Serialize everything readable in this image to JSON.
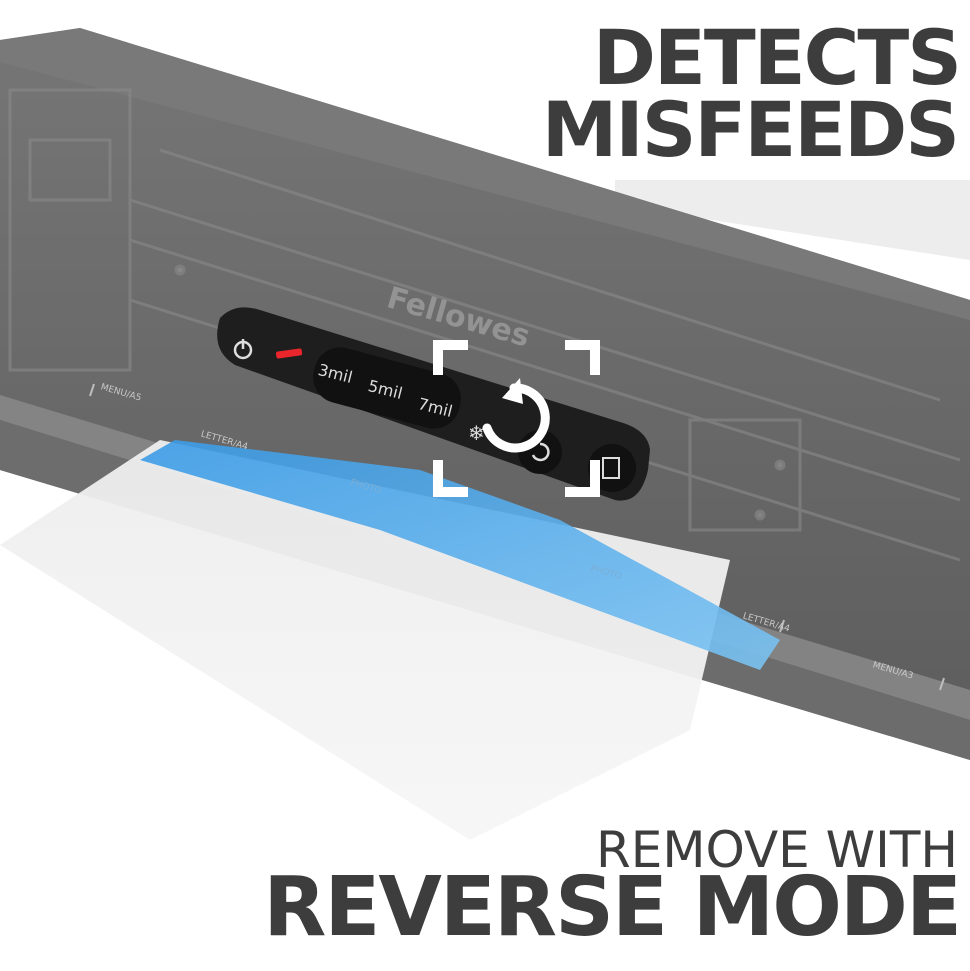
{
  "headline": {
    "line1": "DETECTS",
    "line2": "MISFEEDS"
  },
  "footer": {
    "line1": "REMOVE WITH",
    "line2": "REVERSE MODE"
  },
  "device": {
    "brand": "Fellowes",
    "settings": [
      "3mil",
      "5mil",
      "7mil"
    ],
    "feed_guides": [
      "MENU/A5",
      "LETTER/A4",
      "PHOTO",
      "PHOTO",
      "LETTER/A4",
      "MENU/A3"
    ]
  },
  "colors": {
    "body_tint": "#5c5c5c",
    "panel": "#1e1e1e",
    "paper_highlight": "#3aa0e8",
    "indicator_red": "#e8262c",
    "text": "#3d3d3d"
  },
  "icons": [
    "power-icon",
    "snowflake-icon",
    "reverse-icon",
    "focus-brackets-icon",
    "pouch-icon"
  ]
}
